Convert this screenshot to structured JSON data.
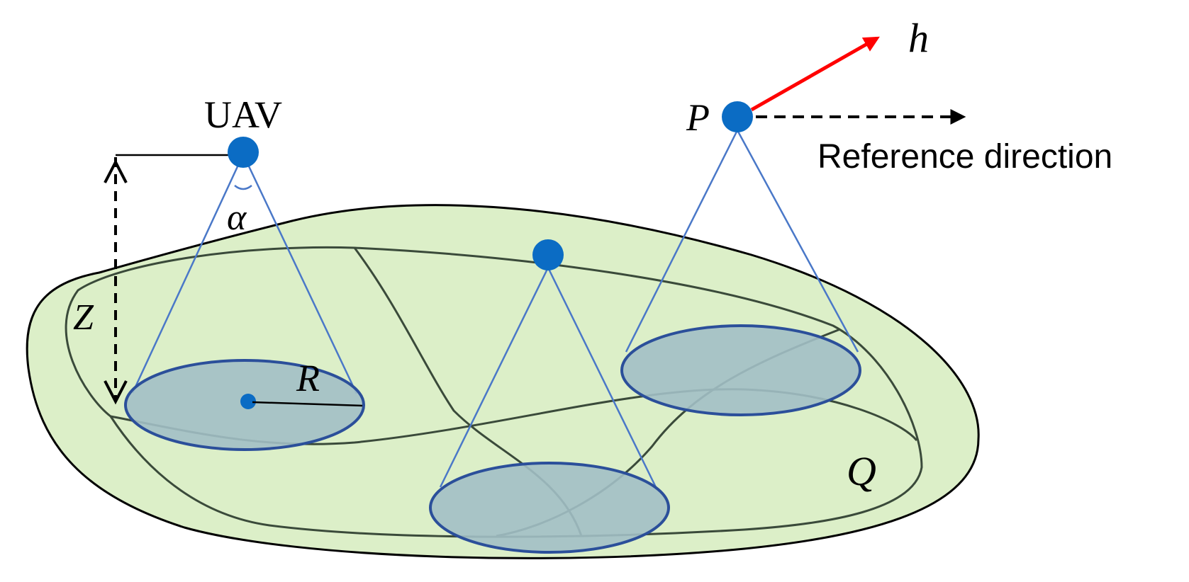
{
  "labels": {
    "uav": "UAV",
    "alpha": "α",
    "z": "Z",
    "r": "R",
    "p": "P",
    "h": "h",
    "q": "Q",
    "reference_direction": "Reference direction"
  },
  "colors": {
    "region_fill": "#dcefc8",
    "region_stroke": "#000000",
    "path_stroke": "#3a4a3a",
    "uav_dot": "#0b6cc4",
    "cone_line": "#4a78c8",
    "footprint_fill": "#a2bfc5",
    "footprint_stroke": "#2b4f9a",
    "heading_arrow": "#ff0000",
    "reference_arrow": "#000000"
  },
  "icons": {
    "uav": "uav-dot",
    "heading": "arrow-icon",
    "reference": "dashed-arrow-icon",
    "altitude": "double-arrow-icon"
  }
}
